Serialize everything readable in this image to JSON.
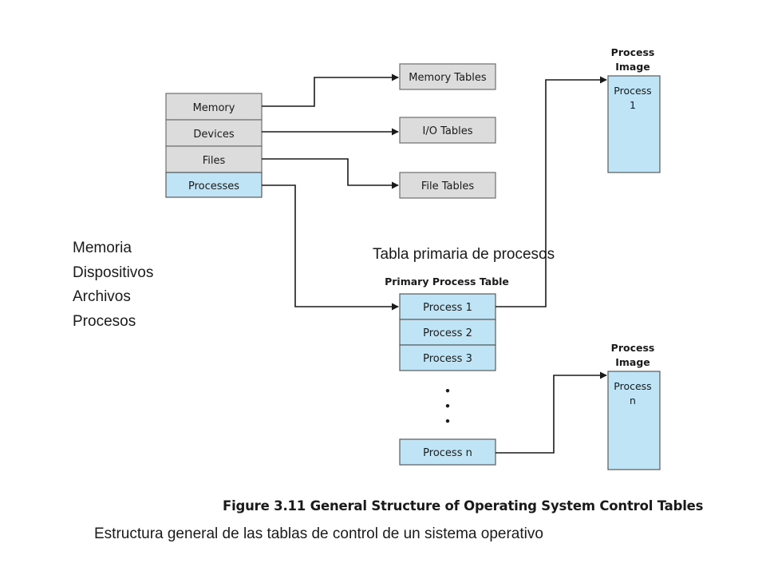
{
  "left_stack": [
    "Memory",
    "Devices",
    "Files",
    "Processes"
  ],
  "tables": [
    "Memory Tables",
    "I/O Tables",
    "File Tables"
  ],
  "primary_table": {
    "header": "Primary Process Table",
    "rows": [
      "Process 1",
      "Process 2",
      "Process 3"
    ],
    "last_row": "Process n",
    "ellipsis": [
      "•",
      "•",
      "•"
    ]
  },
  "process_image_1": {
    "header": [
      "Process",
      "Image"
    ],
    "body": [
      "Process",
      "1"
    ]
  },
  "process_image_n": {
    "header": [
      "Process",
      "Image"
    ],
    "body": [
      "Process",
      "n"
    ]
  },
  "figure_caption": "Figure 3.11  General Structure of Operating System Control Tables",
  "spanish_labels": [
    "Memoria",
    "Dispositivos",
    "Archivos",
    "Procesos"
  ],
  "spanish_primary_label": "Tabla primaria de procesos",
  "spanish_caption": "Estructura general de las tablas de control de un sistema operativo",
  "colors": {
    "gray_box": "#dcdcdc",
    "blue_box": "#bfe4f5",
    "line": "#1a1a1a"
  }
}
